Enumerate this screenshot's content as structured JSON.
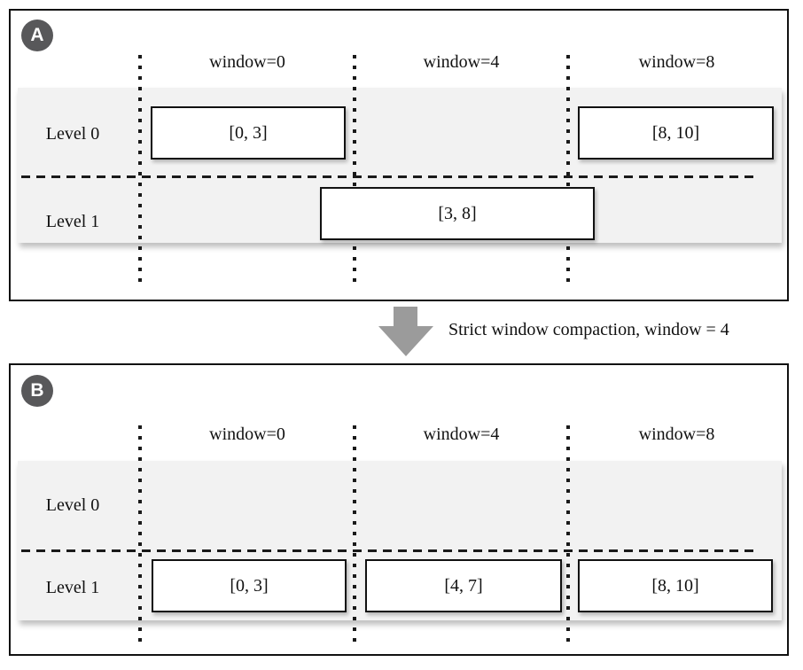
{
  "transition": {
    "caption": "Strict window compaction, window = 4"
  },
  "panelA": {
    "badge": "A",
    "columns": [
      "window=0",
      "window=4",
      "window=8"
    ],
    "levels": [
      "Level 0",
      "Level 1"
    ],
    "sstables": {
      "level0_window0": "[0, 3]",
      "level0_window8": "[8, 10]",
      "level1_span03_to8": "[3, 8]"
    }
  },
  "panelB": {
    "badge": "B",
    "columns": [
      "window=0",
      "window=4",
      "window=8"
    ],
    "levels": [
      "Level 0",
      "Level 1"
    ],
    "sstables": {
      "level1_window0": "[0, 3]",
      "level1_window4": "[4, 7]",
      "level1_window8": "[8, 10]"
    }
  },
  "colors": {
    "badge-bg": "#58585a",
    "arrow-gray": "#9b9b9b",
    "band-bg": "#f2f2f2",
    "line": "#1a1a1a"
  }
}
